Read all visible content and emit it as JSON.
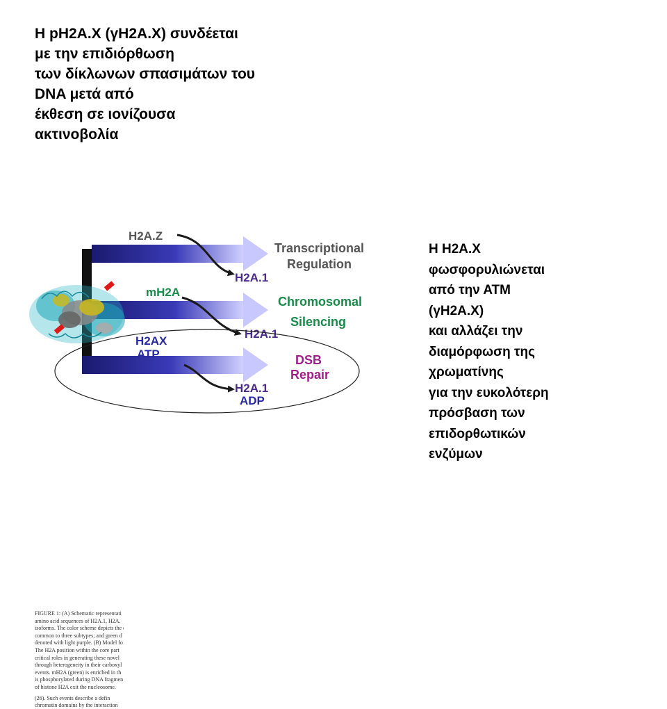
{
  "title_lines": [
    "Η pH2A.X (γH2A.X) συνδέεται",
    "με την επιδιόρθωση",
    "των δίκλωνων σπασιμάτων του",
    "DNA μετά από",
    "έκθεση σε ιονίζουσα",
    "ακτινοβολία"
  ],
  "side_lines": [
    "Η Η2Α.Χ",
    "φωσφορυλιώνεται",
    "από την ΑΤΜ",
    "(γΗ2Α.Χ)",
    "και αλλάζει την",
    "διαμόρφωση της",
    "χρωματίνης",
    "για την ευκολότερη",
    "πρόσβαση των",
    "επιδορθωτικών",
    "ενζύμων"
  ],
  "diagram": {
    "row1": {
      "input": "H2A.Z",
      "output_line1": "Transcriptional",
      "output_line2": "Regulation",
      "product": "H2A.1"
    },
    "row2": {
      "input": "mH2A",
      "output_line1": "Chromosomal",
      "output_line2": "Silencing",
      "product": "H2A.1"
    },
    "row3": {
      "input_line1": "H2AX",
      "input_line2": "ATP",
      "output_line1": "DSB",
      "output_line2": "Repair",
      "product_line1": "H2A.1",
      "product_line2": "ADP"
    }
  },
  "caption_lines": [
    "FIGURE 1: (A) Schematic representati",
    "amino acid sequences of H2A.1, H2A.",
    "isoforms. The color scheme depicts the d",
    "common to three subtypes; and green d",
    "denoted with light purple. (B) Model fo",
    "The H2A position within the core part",
    "critical roles in generating these novel",
    "through heterogeneity in their carboxyl",
    "events. mH2A (green) is enriched in th",
    "is phosphorylated during DNA fragmen",
    "of histone H2A exit the nucleosome.",
    "",
    "(26). Such events describe a defin",
    "chromatin domains by the interaction"
  ],
  "colors": {
    "arrow_dark": "#1a1a6e",
    "arrow_light": "#c8c8ff",
    "label_purple": "#4a2a8a",
    "label_gray": "#555555",
    "label_green": "#1a8a4a",
    "label_blue": "#2a2aa0",
    "label_magenta": "#a0208a"
  }
}
